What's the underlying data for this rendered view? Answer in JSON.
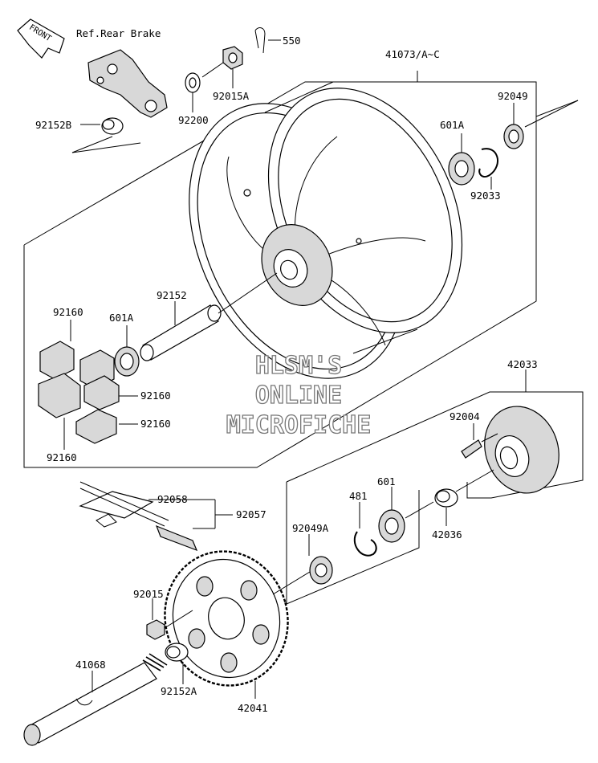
{
  "front_badge": "FRONT",
  "labels": {
    "ref_rear_brake": "Ref.Rear Brake",
    "p550": "550",
    "p41073": "41073/A~C",
    "p92152B": "92152B",
    "p92200": "92200",
    "p92015A": "92015A",
    "p92049_top": "92049",
    "p601A_top": "601A",
    "p92033": "92033",
    "p92152": "92152",
    "p92160_a": "92160",
    "p601A_left": "601A",
    "p92160_b": "92160",
    "p92160_c": "92160",
    "p92160_d": "92160",
    "p42033": "42033",
    "p92004": "92004",
    "p92058": "92058",
    "p92057": "92057",
    "p481": "481",
    "p601": "601",
    "p92049A": "92049A",
    "p42036": "42036",
    "p92015": "92015",
    "p41068": "41068",
    "p92152A": "92152A",
    "p42041": "42041"
  },
  "watermark": {
    "line1": "HLSM'S",
    "line2": "ONLINE",
    "line3": "MICROFICHE"
  }
}
